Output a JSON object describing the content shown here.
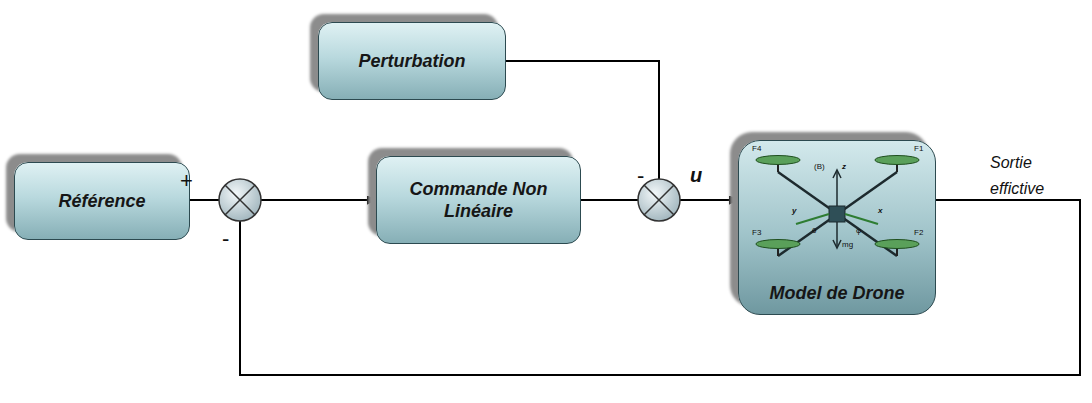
{
  "diagram": {
    "nodes": [
      {
        "text": [
          "Perturbation"
        ]
      },
      {
        "text": [
          "Référence"
        ]
      },
      {
        "text": [
          "Commande Non Linéaire"
        ]
      },
      {
        "text": [
          "Model de Drone"
        ]
      }
    ],
    "edges": [
      {
        "from": 1,
        "to": 2,
        "arrow": "to"
      },
      {
        "from": 2,
        "to": 3,
        "arrow": "to"
      },
      {
        "from": 0,
        "to": 3,
        "arrow": "to"
      },
      {
        "from": 3,
        "to": 2,
        "arrow": "to"
      }
    ],
    "labels": [
      "+",
      "-",
      "-",
      "u",
      "Sortie effictive",
      "F4",
      "F1",
      "F3",
      "F2",
      "(B)",
      "z",
      "x",
      "y",
      "θ",
      "φ",
      "mg"
    ]
  }
}
